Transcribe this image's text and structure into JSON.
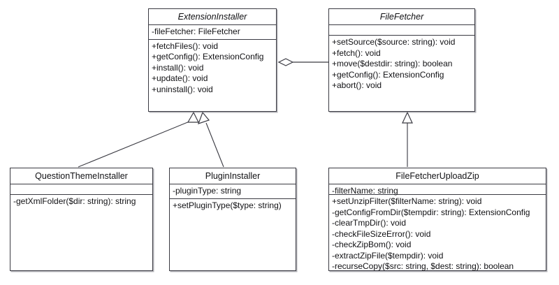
{
  "diagram": {
    "type": "uml-class-diagram",
    "background_color": "#ffffff",
    "line_color": "#3a3a42",
    "text_color": "#111114"
  },
  "classes": {
    "extension_installer": {
      "name": "ExtensionInstaller",
      "stereotype": "abstract",
      "attributes": [
        "-fileFetcher: FileFetcher"
      ],
      "operations": [
        "+fetchFiles(): void",
        "+getConfig(): ExtensionConfig",
        "+install(): void",
        "+update(): void",
        "+uninstall(): void"
      ]
    },
    "file_fetcher": {
      "name": "FileFetcher",
      "stereotype": "abstract",
      "attributes": [],
      "operations": [
        "+setSource($source: string): void",
        "+fetch(): void",
        "+move($destdir: string): boolean",
        "+getConfig(): ExtensionConfig",
        "+abort(): void"
      ]
    },
    "question_theme_installer": {
      "name": "QuestionThemeInstaller",
      "stereotype": "concrete",
      "attributes": [],
      "operations": [
        "-getXmlFolder($dir: string): string"
      ]
    },
    "plugin_installer": {
      "name": "PluginInstaller",
      "stereotype": "concrete",
      "attributes": [
        "-pluginType: string"
      ],
      "operations": [
        "+setPluginType($type: string)"
      ]
    },
    "file_fetcher_upload_zip": {
      "name": "FileFetcherUploadZip",
      "stereotype": "concrete",
      "attributes": [
        "-filterName: string"
      ],
      "operations": [
        "+setUnzipFilter($filterName: string): void",
        "-getConfigFromDir($tempdir: string): ExtensionConfig",
        "-clearTmpDir(): void",
        "-checkFileSizeError(): void",
        "-checkZipBom(): void",
        "-extractZipFile($tempdir): void",
        "-recurseCopy($src: string, $dest: string): boolean"
      ]
    }
  },
  "relationships": [
    {
      "kind": "aggregation",
      "from": "file_fetcher",
      "to": "extension_installer",
      "marker": "hollow-diamond"
    },
    {
      "kind": "generalization",
      "from": "question_theme_installer",
      "to": "extension_installer",
      "marker": "hollow-triangle"
    },
    {
      "kind": "generalization",
      "from": "plugin_installer",
      "to": "extension_installer",
      "marker": "hollow-triangle"
    },
    {
      "kind": "generalization",
      "from": "file_fetcher_upload_zip",
      "to": "file_fetcher",
      "marker": "hollow-triangle"
    }
  ]
}
